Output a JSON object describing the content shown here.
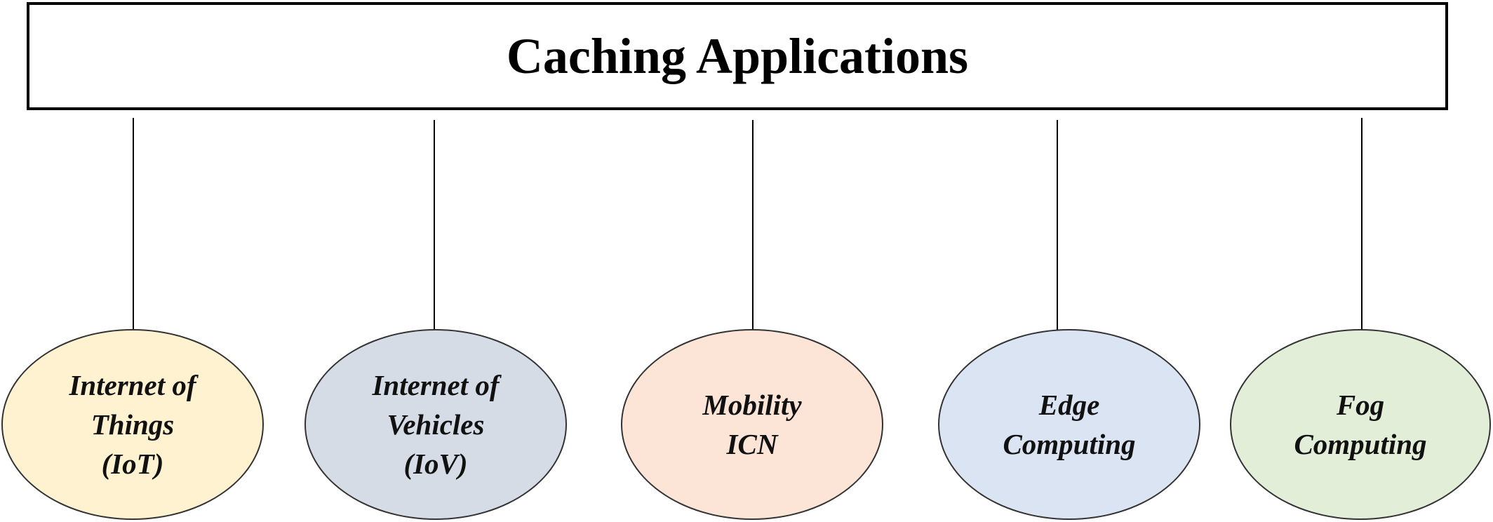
{
  "diagram": {
    "title": "Caching Applications",
    "nodes": [
      {
        "label": "Internet of\nThings\n(IoT)",
        "color": "#fef2d0"
      },
      {
        "label": "Internet of\nVehicles\n(IoV)",
        "color": "#d6dce6"
      },
      {
        "label": "Mobility\nICN",
        "color": "#fce5d7"
      },
      {
        "label": "Edge\nComputing",
        "color": "#dbe4f3"
      },
      {
        "label": "Fog\nComputing",
        "color": "#e2eed8"
      }
    ]
  }
}
